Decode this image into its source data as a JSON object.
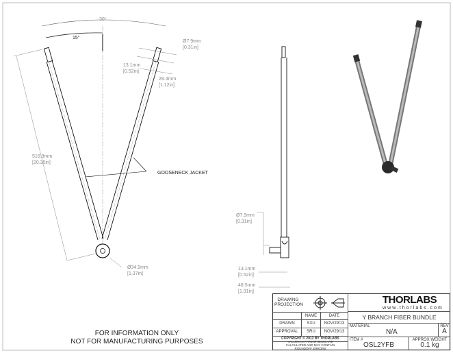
{
  "front_view": {
    "angle_total": "30°",
    "angle_half": "15°",
    "tip_diameter": {
      "mm": "Ø7.9mm",
      "in": "[0.31in]"
    },
    "ferrule_length": {
      "mm": "13.1mm",
      "in": "[0.52in]"
    },
    "connector_length": {
      "mm": "28.4mm",
      "in": "[1.12in]"
    },
    "overall_length": {
      "mm": "516.9mm",
      "in": "[20.35in]"
    },
    "hub_diameter": {
      "mm": "Ø34.9mm",
      "in": "[1.37in]"
    },
    "callout": "GOOSENECK JACKET"
  },
  "side_view": {
    "stub_diameter": {
      "mm": "Ø7.9mm",
      "in": "[0.31in]"
    },
    "stub_length": {
      "mm": "13.1mm",
      "in": "[0.52in]"
    },
    "hub_width": {
      "mm": "48.5mm",
      "in": "[1.91in]"
    }
  },
  "note": [
    "FOR INFORMATION ONLY",
    "NOT FOR MANUFACTURING PURPOSES"
  ],
  "title_block": {
    "drawing_projection": "DRAWING PROJECTION",
    "name_header": "NAME",
    "date_header": "DATE",
    "drawn_label": "DRAWN",
    "drawn_name": "SXU",
    "drawn_date": "NOV/29/13",
    "approval_label": "APPROVAL",
    "approval_name": "SRU",
    "approval_date": "NOV/29/13",
    "copyright": "COPYRIGHT © 2013 BY THORLABS",
    "disclaimer": "VALUES IN PARENTHESIS ARE CALCULATED AND MAY CONTAIN ROUNDOFF ERRORS",
    "logo": "THORLABS",
    "website": "www.thorlabs.com",
    "title": "Y BRANCH FIBER BUNDLE",
    "material_label": "MATERIAL",
    "material": "N/A",
    "rev_label": "REV",
    "rev": "A",
    "item_label": "ITEM #",
    "item": "OSL2YFB",
    "weight_label": "APPROX WEIGHT",
    "weight": "0.1 kg"
  }
}
